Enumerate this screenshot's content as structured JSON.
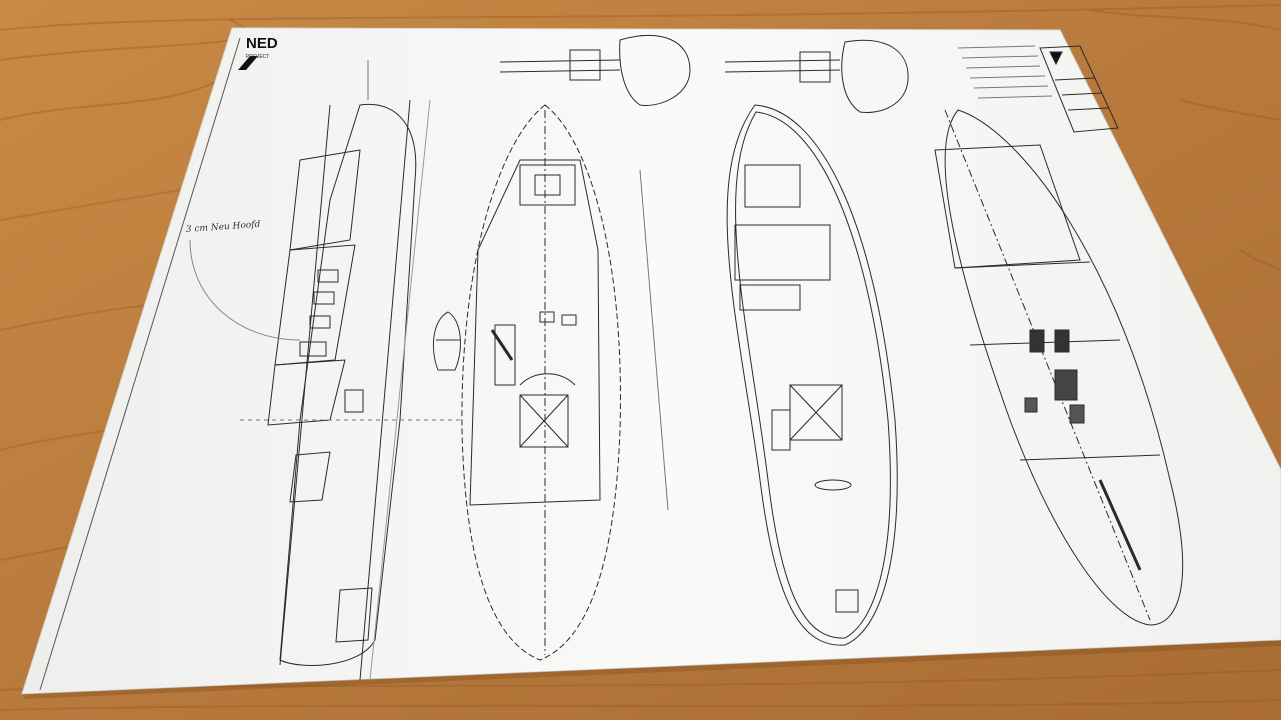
{
  "photo": {
    "subject": "Naval architecture blueprint sheet on a wooden table",
    "logo_text": "NED",
    "logo_subtext": "PROJECT",
    "handwritten_note": "3 cm Neu Hoofd"
  },
  "colors": {
    "table": "#b87a3c",
    "table_dark": "#8e5726",
    "table_light": "#d39a58",
    "paper": "#f7f7f5",
    "ink": "#2a2a2a",
    "ink_light": "#6c6c6c"
  }
}
